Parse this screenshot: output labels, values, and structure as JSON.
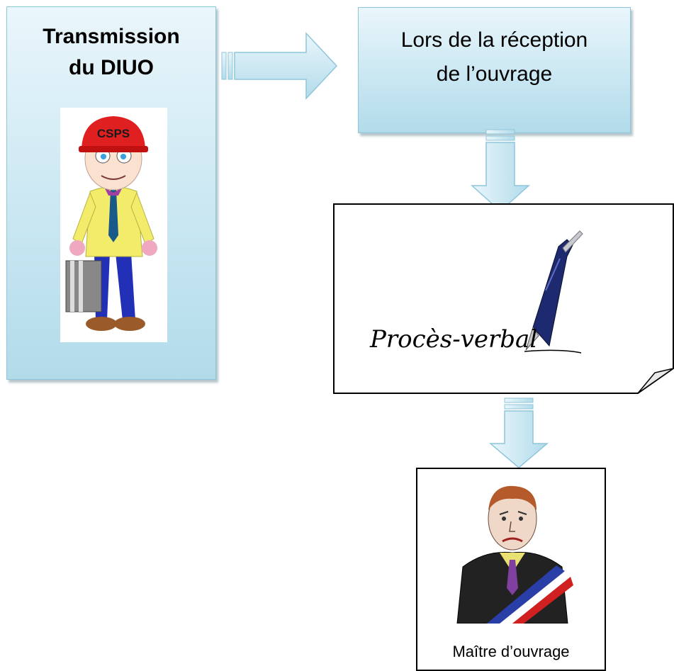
{
  "transmission": {
    "line1": "Transmission",
    "line2": "du DIUO",
    "helmet_text": "CSPS"
  },
  "reception": {
    "line1": "Lors de la réception",
    "line2": "de l’ouvrage"
  },
  "proces_verbal": {
    "text": "Procès-verbal"
  },
  "maitre": {
    "label": "Maître d’ouvrage"
  },
  "colors": {
    "box_fill_top": "#eaf6fb",
    "box_fill_bottom": "#b2dbea",
    "border": "#8ec6db",
    "helmet": "#e02020"
  }
}
